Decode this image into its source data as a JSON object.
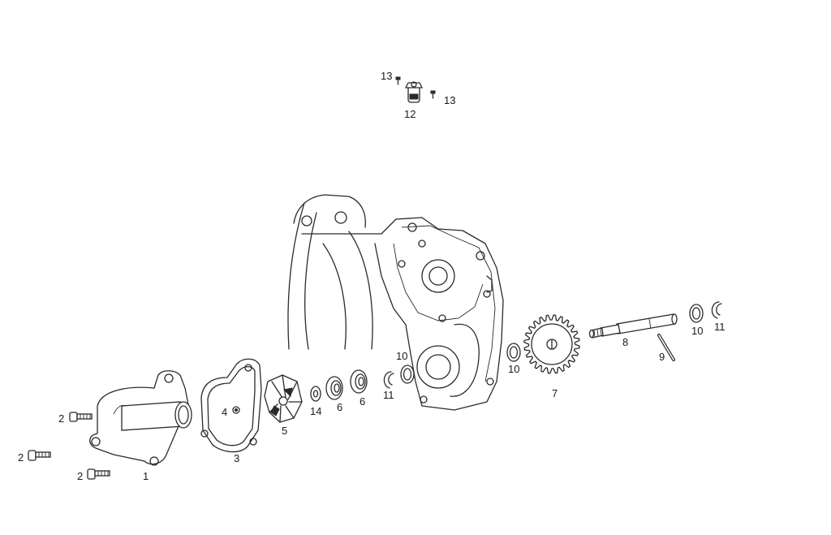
{
  "callouts": {
    "n1": "1",
    "n2a": "2",
    "n2b": "2",
    "n2c": "2",
    "n3": "3",
    "n4": "4",
    "n5": "5",
    "n6a": "6",
    "n6b": "6",
    "n7": "7",
    "n8": "8",
    "n9": "9",
    "n10a": "10",
    "n10b": "10",
    "n10c": "10",
    "n11a": "11",
    "n11b": "11",
    "n12": "12",
    "n13a": "13",
    "n13b": "13",
    "n14": "14"
  }
}
